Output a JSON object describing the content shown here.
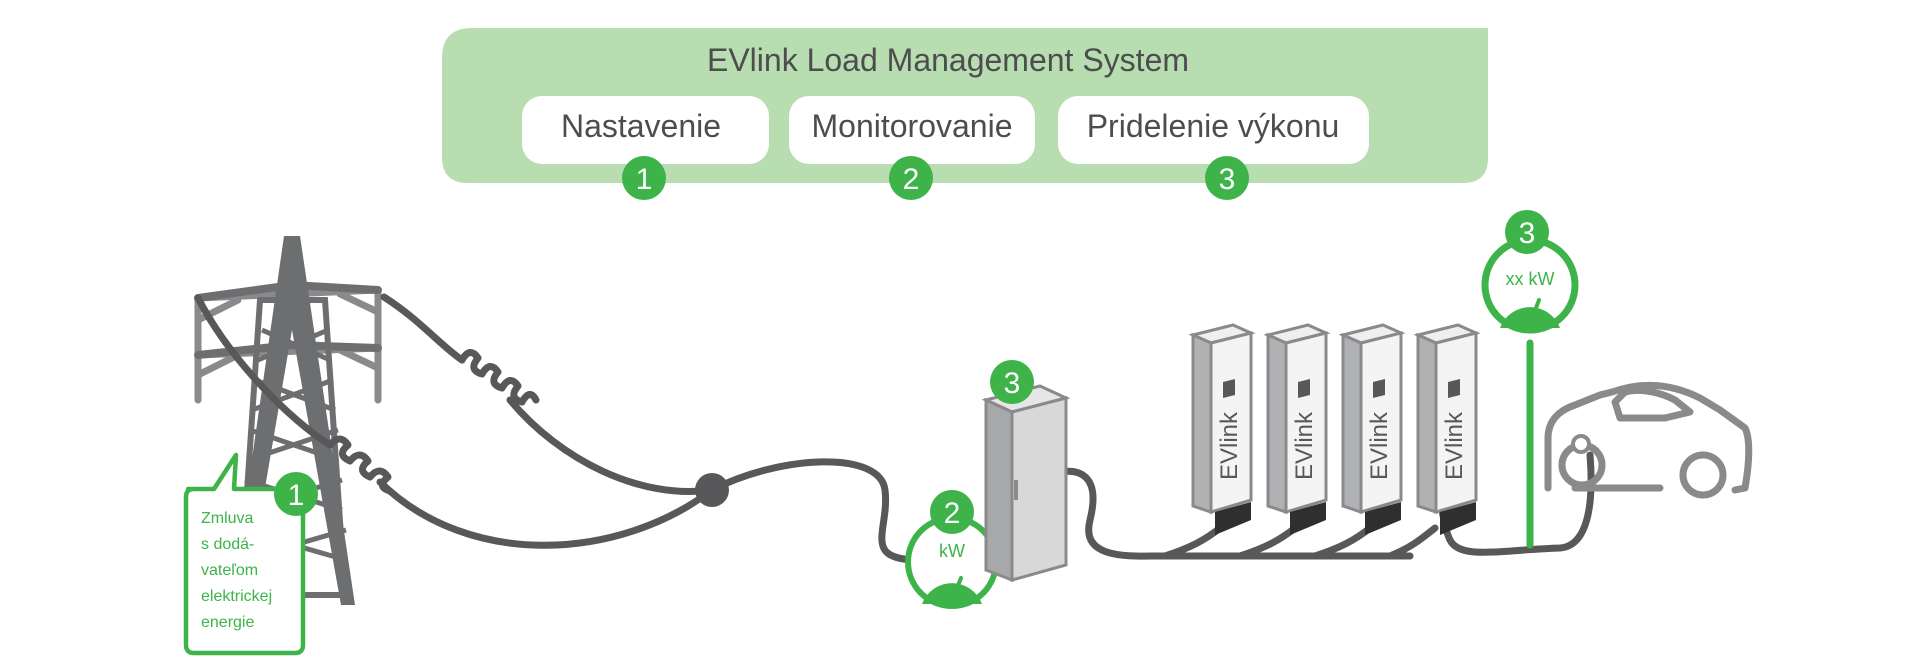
{
  "header": {
    "title": "EVlink Load Management System",
    "steps": [
      {
        "label": "Nastavenie",
        "number": "1"
      },
      {
        "label": "Monitorovanie",
        "number": "2"
      },
      {
        "label": "Pridelenie výkonu",
        "number": "3"
      }
    ]
  },
  "contract_callout": {
    "number": "1",
    "lines": [
      "Zmluva",
      "s dodá-",
      "vateľom",
      "elektrickej",
      "energie"
    ]
  },
  "meter": {
    "number": "2",
    "unit": "kW"
  },
  "cabinet": {
    "number": "3"
  },
  "charger_meter": {
    "number": "3",
    "unit": "xx kW"
  },
  "chargers": {
    "brand": "EVlink"
  },
  "colors": {
    "accent_green": "#3db34a",
    "panel_green": "#b7ddb0",
    "dark_gray": "#58585a",
    "mid_gray": "#8a8a8c",
    "light_gray": "#d6d6d6"
  }
}
